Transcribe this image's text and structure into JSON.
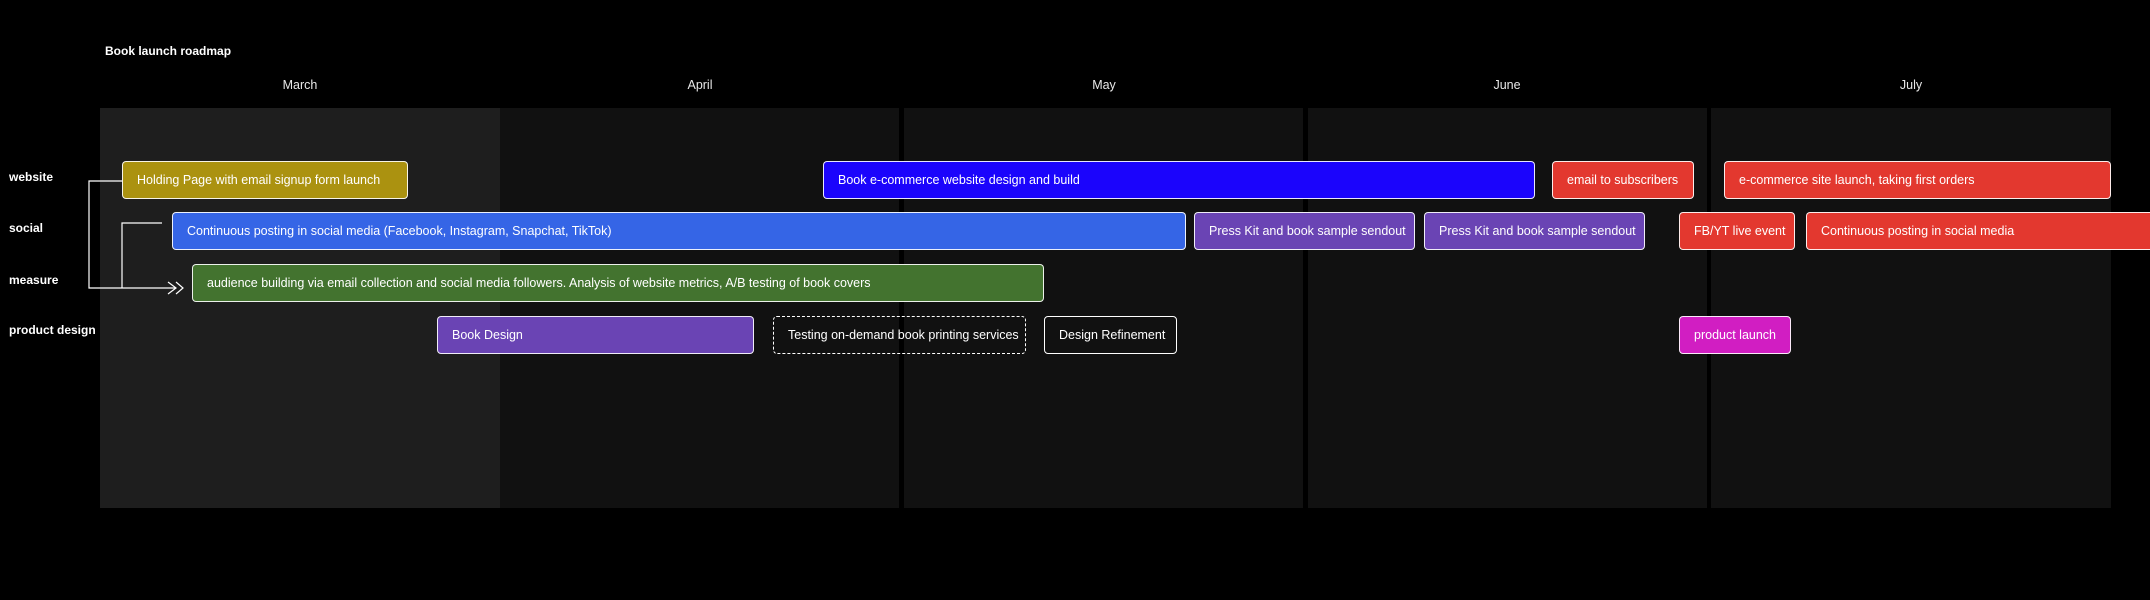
{
  "title": "Book launch roadmap",
  "months": [
    "March",
    "April",
    "May",
    "June",
    "July"
  ],
  "rows": {
    "website": "website",
    "social": "social",
    "measure": "measure",
    "product_design": "product design"
  },
  "tasks": {
    "holding_page": {
      "label": "Holding Page with email signup form launch",
      "color": "#ab9210"
    },
    "website_build": {
      "label": "Book e-commerce website design and build",
      "color": "#1b04fc"
    },
    "email_subscribers": {
      "label": "email to subscribers",
      "color": "#e3382f"
    },
    "site_launch": {
      "label": "e-commerce site launch, taking first orders",
      "color": "#e3382f"
    },
    "continuous_posting": {
      "label": "Continuous posting in social media (Facebook, Instagram, Snapchat, TikTok)",
      "color": "#3565e6"
    },
    "press_kit_1": {
      "label": "Press Kit and book sample sendout",
      "color": "#6a44b4"
    },
    "press_kit_2": {
      "label": "Press Kit and book sample sendout",
      "color": "#6a44b4"
    },
    "fb_yt_live": {
      "label": "FB/YT live event",
      "color": "#e3382f"
    },
    "continuous_posting_2": {
      "label": "Continuous posting in social media",
      "color": "#e3382f"
    },
    "audience_building": {
      "label": "audience building via email collection and social media followers. Analysis of website metrics, A/B testing of book covers",
      "color": "#43732f"
    },
    "book_design": {
      "label": "Book Design",
      "color": "#6a44b4"
    },
    "printing_services": {
      "label": "Testing on-demand book printing services"
    },
    "design_refinement": {
      "label": "Design Refinement"
    },
    "product_launch": {
      "label": "product launch",
      "color": "#d11ec2"
    }
  },
  "colors": {
    "background": "#000000",
    "march_column": "#1e1e1e",
    "month_column": "#111111",
    "connector": "#ffffff"
  }
}
